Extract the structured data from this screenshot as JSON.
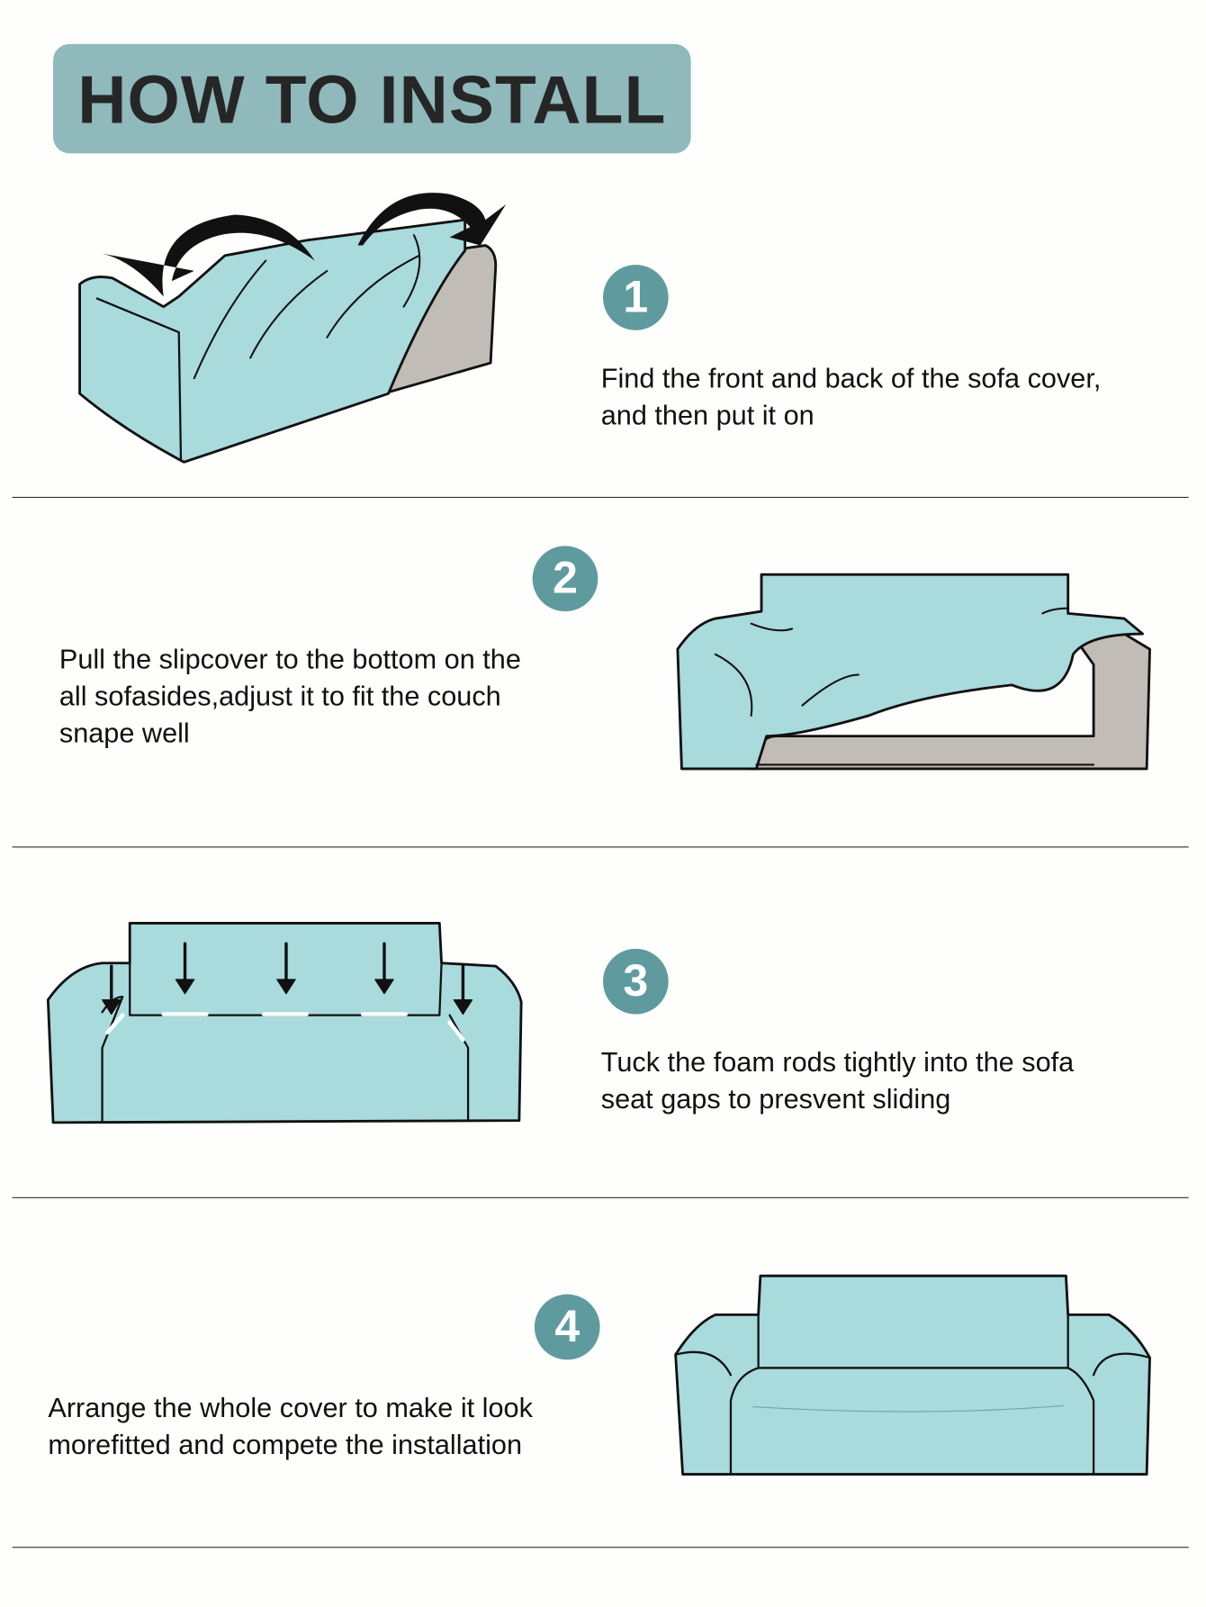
{
  "title": "HOW TO INSTALL",
  "colors": {
    "title_bg": "#8fb9bb",
    "badge": "#5f9b9e",
    "cover": "#a9dadc",
    "sofa": "#c2bcb7"
  },
  "steps": [
    {
      "number": "1",
      "lines": [
        "Find the front and back of the sofa cover,",
        "and then put it on"
      ]
    },
    {
      "number": "2",
      "lines": [
        "Pull the slipcover to the bottom on the",
        "all sofasides,adjust it to fit the couch",
        "snape well"
      ]
    },
    {
      "number": "3",
      "lines": [
        "Tuck the foam rods tightly into the sofa",
        "seat gaps to presvent sliding"
      ]
    },
    {
      "number": "4",
      "lines": [
        "Arrange the whole cover to make it look",
        "morefitted and compete the installation"
      ]
    }
  ]
}
